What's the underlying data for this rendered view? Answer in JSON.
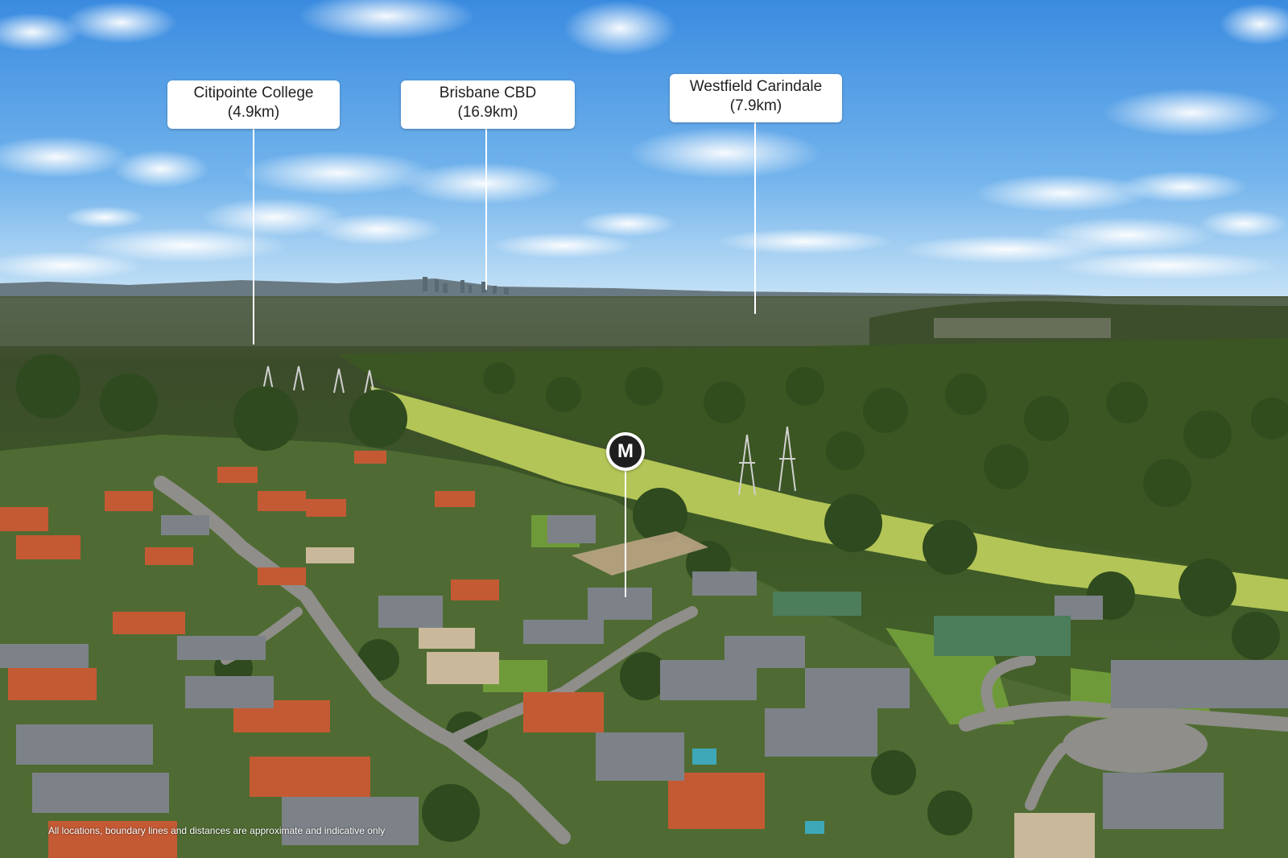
{
  "callouts": [
    {
      "name": "Citipointe College",
      "distance": "(4.9km)"
    },
    {
      "name": "Brisbane CBD",
      "distance": "(16.9km)"
    },
    {
      "name": "Westfield Carindale",
      "distance": "(7.9km)"
    }
  ],
  "marker": {
    "label": "M"
  },
  "disclaimer": "All locations, boundary lines and distances are approximate and indicative only",
  "colors": {
    "sky_top": "#3d8fe0",
    "sky_horizon": "#b9dcf4",
    "forest": "#3d5a26",
    "grass": "#b9c85a",
    "roof_terracotta": "#c45a34",
    "roof_grey": "#7d8288",
    "road": "#8e8e8e",
    "callout_bg": "#ffffff",
    "marker_bg": "#1e1e1e"
  }
}
